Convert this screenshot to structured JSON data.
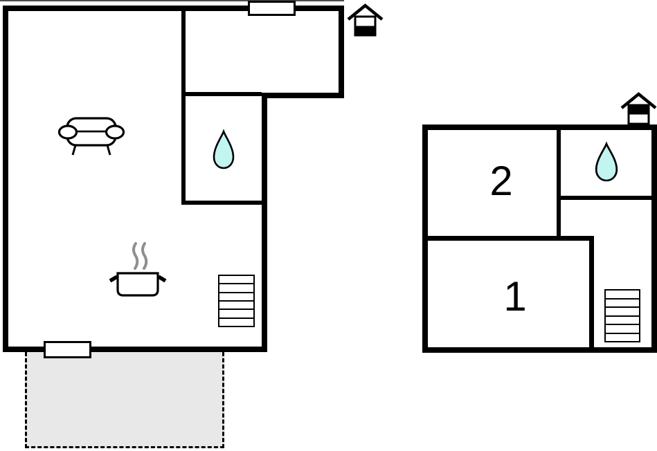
{
  "colors": {
    "wall": "#000000",
    "water_drop_fill": "#c2f4f0",
    "terrace_fill": "#e8e8e8",
    "steam_gray": "#8f8f8f"
  },
  "ground_floor_plan": {
    "icons": [
      "sofa-icon",
      "water-drop-icon",
      "cooking-pot-icon",
      "stairs-icon",
      "house-marker-icon"
    ],
    "markers": [
      "window-opening",
      "door-opening",
      "terrace-area"
    ]
  },
  "first_floor_plan": {
    "rooms": [
      {
        "label": "1"
      },
      {
        "label": "2"
      }
    ],
    "icons": [
      "water-drop-icon",
      "stairs-icon",
      "house-marker-icon"
    ]
  }
}
